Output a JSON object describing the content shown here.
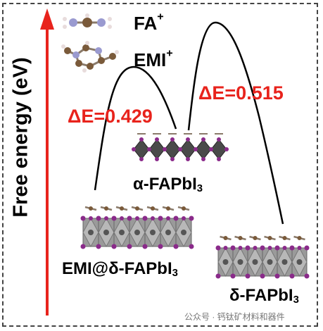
{
  "y_axis": {
    "label": "Free energy (eV)"
  },
  "legend": {
    "fa_label": "FA",
    "fa_charge": "+",
    "emi_label": "EMI",
    "emi_charge": "+"
  },
  "barriers": [
    {
      "label": "ΔE=0.429",
      "value": 0.429
    },
    {
      "label": "ΔE=0.515",
      "value": 0.515
    }
  ],
  "states": {
    "alpha": {
      "prefix": "α-FAPbI",
      "subscript": "3"
    },
    "emi_delta": {
      "prefix": "EMI@δ-FAPbI",
      "subscript": "3"
    },
    "delta": {
      "prefix": "δ-FAPbI",
      "subscript": "3"
    }
  },
  "watermark": {
    "text": "公众号 · 钙钛矿材料和器件"
  },
  "colors": {
    "axis": "#e8231c",
    "barrier_text": "#e8231c",
    "curve": "#000000",
    "octahedron_alpha": "#4a4a4a",
    "octahedron_delta": "#9a9a9a",
    "iodine": "#8a2a8a"
  }
}
